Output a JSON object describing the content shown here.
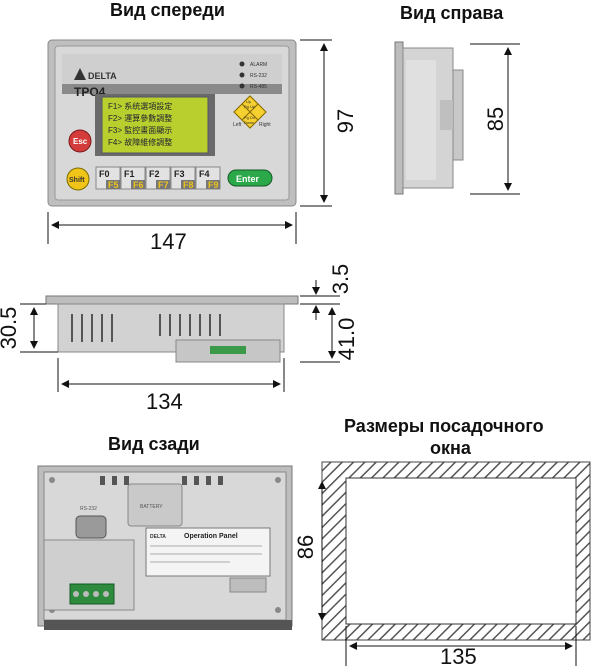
{
  "labels": {
    "front": "Вид спереди",
    "right": "Вид справа",
    "back": "Вид сзади",
    "cutout_line1": "Размеры посадочного",
    "cutout_line2": "окна"
  },
  "dimensions": {
    "front_height": "97",
    "front_width": "147",
    "side_height": "85",
    "top_depth": "30.5",
    "top_width": "134",
    "top_bezel": "3.5",
    "top_body": "41.0",
    "cutout_height": "86",
    "cutout_width": "135"
  },
  "device": {
    "brand": "DELTA",
    "model": "TPO4",
    "leds": [
      "ALARM",
      "RS-232",
      "RS-485"
    ],
    "lcd_lines": [
      "F1> 系统選項設定",
      "F2> 運算參數調整",
      "F3> 監控畫面顯示",
      "F4> 故障維修調整"
    ],
    "esc": "Esc",
    "shift": "Shift",
    "enter": "Enter",
    "fkeys": [
      {
        "top": "F0",
        "bottom": "F5"
      },
      {
        "top": "F1",
        "bottom": "F6"
      },
      {
        "top": "F2",
        "bottom": "F7"
      },
      {
        "top": "F3",
        "bottom": "F8"
      },
      {
        "top": "F4",
        "bottom": "F9"
      }
    ],
    "dpad": {
      "up": "Up",
      "up_sub": "Pg Up",
      "left": "Left",
      "right": "Right",
      "down": "Pg Dn",
      "down_sub": "Down"
    },
    "back_battery": "BATTERY",
    "back_port": "RS-232",
    "back_plate_title": "Operation Panel",
    "back_plate_brand": "DELTA"
  },
  "colors": {
    "panel": "#d6d6d6",
    "lcd": "#b8cf2e",
    "dpad": "#f0c419",
    "esc": "#d43c3c",
    "enter": "#2aa84a",
    "hatch": "#555555"
  }
}
